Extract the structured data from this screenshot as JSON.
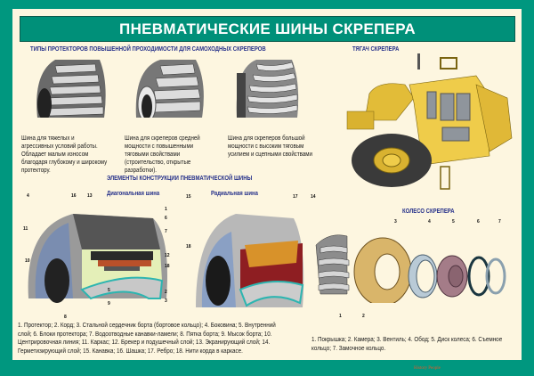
{
  "title": "ПНЕВМАТИЧЕСКИЕ ШИНЫ СКРЕПЕРА",
  "tread_section": {
    "heading": "ТИПЫ ПРОТЕКТОРОВ ПОВЫШЕННОЙ ПРОХОДИМОСТИ ДЛЯ САМОХОДНЫХ СКРЕПЕРОВ",
    "tires": [
      {
        "description": "Шина для тяжелых и агрессивных условий работы. Обладает малым износом благодаря глубокому и широкому протектору."
      },
      {
        "description": "Шина для скреперов средней мощности с повышенными тяговыми свойствами (строительство, открытые разработки)."
      },
      {
        "description": "Шина для скреперов большой мощности с высоким тяговым усилием и сцепными свойствами"
      }
    ]
  },
  "tractor_section": {
    "heading": "ТЯГАЧ СКРЕПЕРА"
  },
  "construction_section": {
    "heading": "ЭЛЕМЕНТЫ КОНСТРУКЦИИ ПНЕВМАТИЧЕСКОЙ ШИНЫ",
    "diagonal_label": "Диагональная шина",
    "radial_label": "Радиальная шина",
    "diagonal_callouts": [
      "4",
      "16",
      "13",
      "1",
      "6",
      "7",
      "11",
      "12",
      "18",
      "10",
      "5",
      "2",
      "9",
      "3",
      "8"
    ],
    "radial_callouts": [
      "15",
      "17",
      "14",
      "18"
    ],
    "legend": "1. Протектор; 2. Корд; 3. Стальной сердечник борта (бортовое кольцо); 4. Боковина; 5. Внутренний слой; 6. Блоки протектора; 7. Водоотводные канавки-ламели; 8. Пятка борта; 9. Мысок борта; 10. Центрировочная линия; 11. Каркас; 12. Брекер и подушечный слой; 13. Экранирующий слой; 14. Герметизирующий слой; 15. Канавка; 16. Шашка; 17. Ребро; 18. Нити корда в каркасе."
  },
  "wheel_section": {
    "heading": "КОЛЕСО СКРЕПЕРА",
    "callouts": [
      "1",
      "2",
      "3",
      "4",
      "5",
      "6",
      "7"
    ],
    "legend": "1. Покрышка; 2. Камера; 3. Вентиль; 4. Обод; 5. Диск колеса; 6. Съемное кольцо; 7. Замочное кольцо."
  },
  "footer": {
    "brand": "History People"
  },
  "colors": {
    "frame": "#00977f",
    "background": "#fdf6e0",
    "heading": "#26318a",
    "tractor": "#e8c440"
  }
}
